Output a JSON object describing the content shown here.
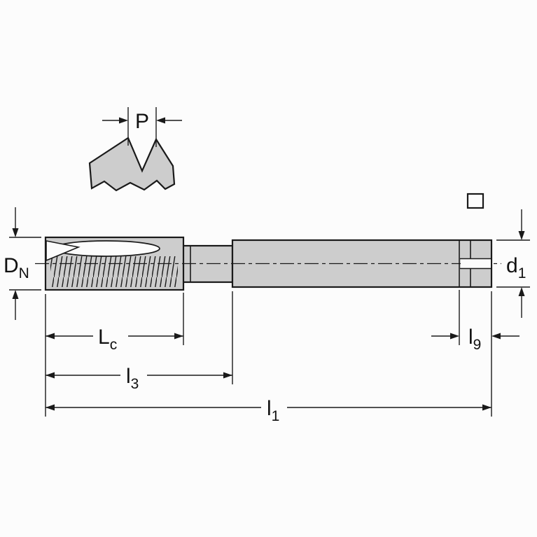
{
  "figure": {
    "background_color": "#fcfcfc",
    "line_color": "#1a1a1a",
    "body_fill_color": "#cdcdcd",
    "description_labels_visible": [
      "P",
      "DN",
      "d1",
      "Lc",
      "l3",
      "l1",
      "l9"
    ]
  },
  "labels": {
    "pitch": {
      "main": "P",
      "sub": ""
    },
    "nominal_diameter": {
      "main": "D",
      "sub": "N"
    },
    "shank_diameter": {
      "main": "d",
      "sub": "1"
    },
    "chamfer_length": {
      "main": "L",
      "sub": "c"
    },
    "thread_length": {
      "main": "l",
      "sub": "3"
    },
    "overall_length": {
      "main": "l",
      "sub": "1"
    },
    "square_length": {
      "main": "l",
      "sub": "9"
    }
  }
}
